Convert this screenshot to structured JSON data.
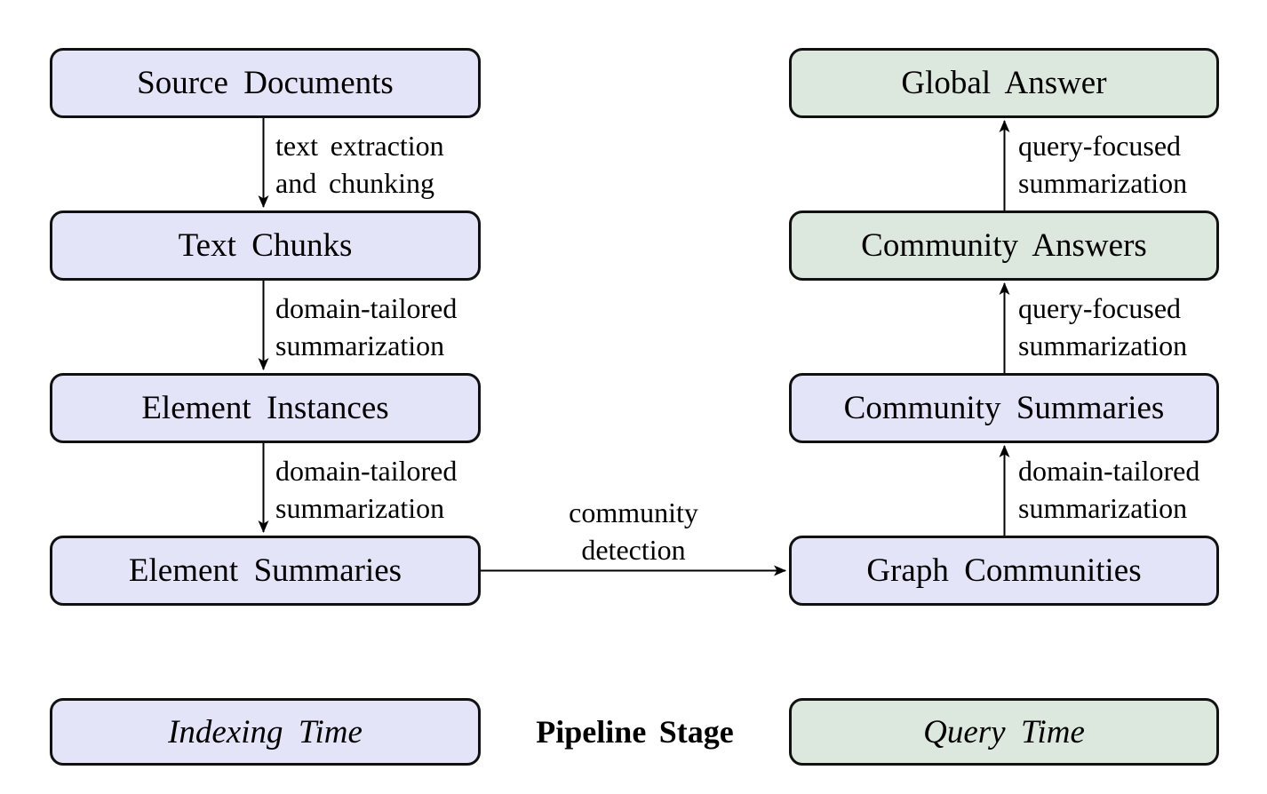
{
  "diagram": {
    "nodes": {
      "source_documents": {
        "label": "Source Documents",
        "stage": "indexing"
      },
      "text_chunks": {
        "label": "Text Chunks",
        "stage": "indexing"
      },
      "element_instances": {
        "label": "Element Instances",
        "stage": "indexing"
      },
      "element_summaries": {
        "label": "Element Summaries",
        "stage": "indexing"
      },
      "global_answer": {
        "label": "Global Answer",
        "stage": "query"
      },
      "community_answers": {
        "label": "Community Answers",
        "stage": "query"
      },
      "community_summaries": {
        "label": "Community Summaries",
        "stage": "indexing"
      },
      "graph_communities": {
        "label": "Graph Communities",
        "stage": "indexing"
      }
    },
    "edges": {
      "text_extraction": {
        "from": "Source Documents",
        "to": "Text Chunks",
        "line1": "text extraction",
        "line2": "and chunking"
      },
      "chunk_summarization": {
        "from": "Text Chunks",
        "to": "Element Instances",
        "line1": "domain-tailored",
        "line2": "summarization"
      },
      "element_summarization": {
        "from": "Element Instances",
        "to": "Element Summaries",
        "line1": "domain-tailored",
        "line2": "summarization"
      },
      "community_detection": {
        "from": "Element Summaries",
        "to": "Graph Communities",
        "line1": "community",
        "line2": "detection"
      },
      "community_summarization": {
        "from": "Graph Communities",
        "to": "Community Summaries",
        "line1": "domain-tailored",
        "line2": "summarization"
      },
      "community_answering": {
        "from": "Community Summaries",
        "to": "Community Answers",
        "line1": "query-focused",
        "line2": "summarization"
      },
      "global_answering": {
        "from": "Community Answers",
        "to": "Global Answer",
        "line1": "query-focused",
        "line2": "summarization"
      }
    },
    "legend": {
      "indexing_label": "Indexing Time",
      "stage_label": "Pipeline Stage",
      "query_label": "Query Time"
    },
    "colors": {
      "indexing_fill": "#e4e4f8",
      "query_fill": "#dce8de",
      "stroke": "#111111",
      "text": "#000000",
      "background": "#ffffff"
    }
  }
}
